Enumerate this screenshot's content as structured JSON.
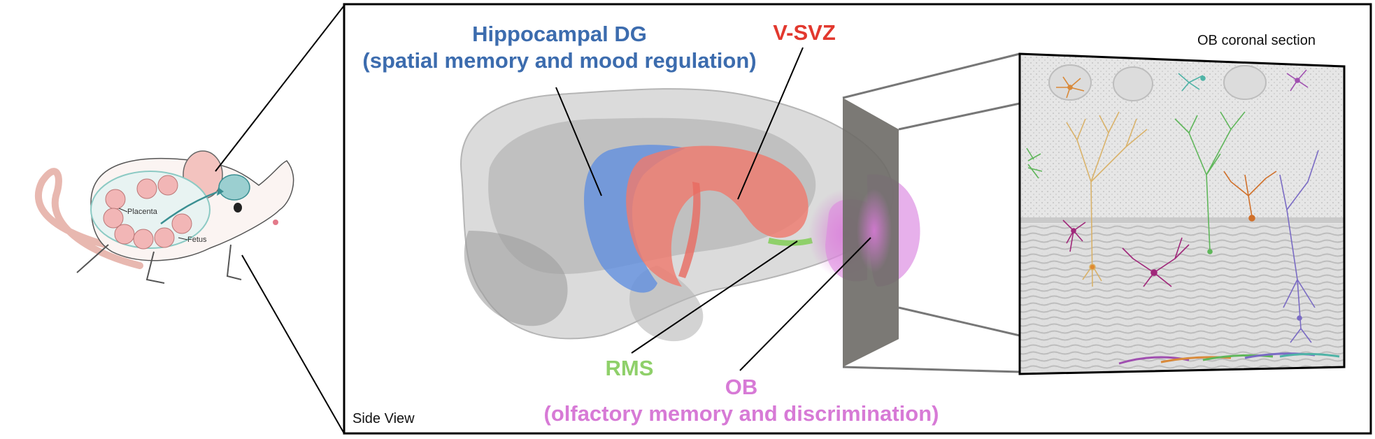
{
  "mouse": {
    "placenta_label": "Placenta",
    "fetus_label": "Fetus"
  },
  "brain_panel": {
    "view_label": "Side View",
    "dg_title": "Hippocampal DG",
    "dg_subtitle": "(spatial memory and mood regulation)",
    "vsvz_label": "V-SVZ",
    "rms_label": "RMS",
    "ob_title": "OB",
    "ob_subtitle": "(olfactory memory and discrimination)"
  },
  "ob_section": {
    "label": "OB coronal section"
  },
  "colors": {
    "dg_blue": "#3c6cae",
    "vsvz_red": "#e2382e",
    "rms_green": "#8fd06a",
    "ob_pink": "#d77ad6",
    "brain_gray": "#9b9b9b",
    "neuron_orange": "#d98a3a",
    "neuron_teal": "#4fb3a6",
    "neuron_purple": "#a04fb0",
    "neuron_green": "#5fb65a",
    "neuron_magenta": "#a0277a",
    "neuron_lavender": "#7a6bc4"
  }
}
